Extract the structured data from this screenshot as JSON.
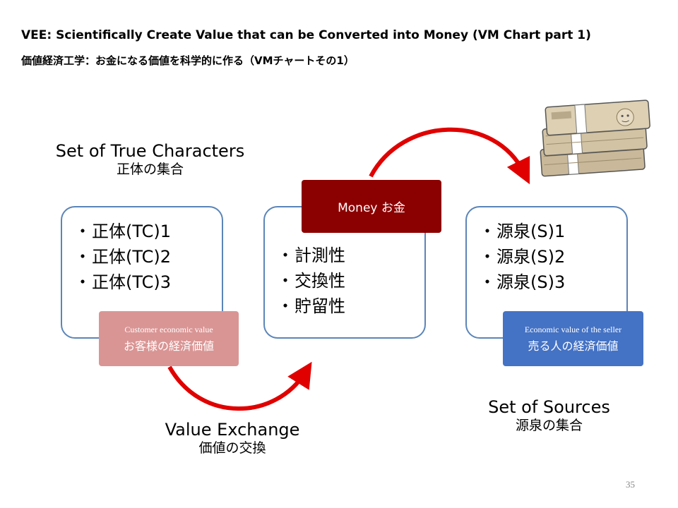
{
  "title": {
    "en": "VEE: Scientifically Create Value that can be Converted into Money (VM Chart part 1)",
    "ja": "価値経済工学：お金になる価値を科学的に作る（VMチャートその1）"
  },
  "true_characters": {
    "label_en": "Set of True Characters",
    "label_ja": "正体の集合",
    "items": [
      "正体(TC)1",
      "正体(TC)2",
      "正体(TC)3"
    ]
  },
  "customer_value": {
    "label_en": "Customer economic value",
    "label_ja": "お客様の経済価値",
    "color": "#d99594"
  },
  "money": {
    "label": "Money お金",
    "color": "#8b0000",
    "items": [
      "計測性",
      "交換性",
      "貯留性"
    ]
  },
  "sources": {
    "label_en": "Set of Sources",
    "label_ja": "源泉の集合",
    "items": [
      "源泉(S)1",
      "源泉(S)2",
      "源泉(S)3"
    ]
  },
  "seller_value": {
    "label_en": "Economic value of the seller",
    "label_ja": "売る人の経済価値",
    "color": "#4472c4"
  },
  "value_exchange": {
    "label_en": "Value Exchange",
    "label_ja": "価値の交換"
  },
  "arrow_color": "#e00000",
  "box_border_color": "#5b85b8",
  "page_number": "35"
}
